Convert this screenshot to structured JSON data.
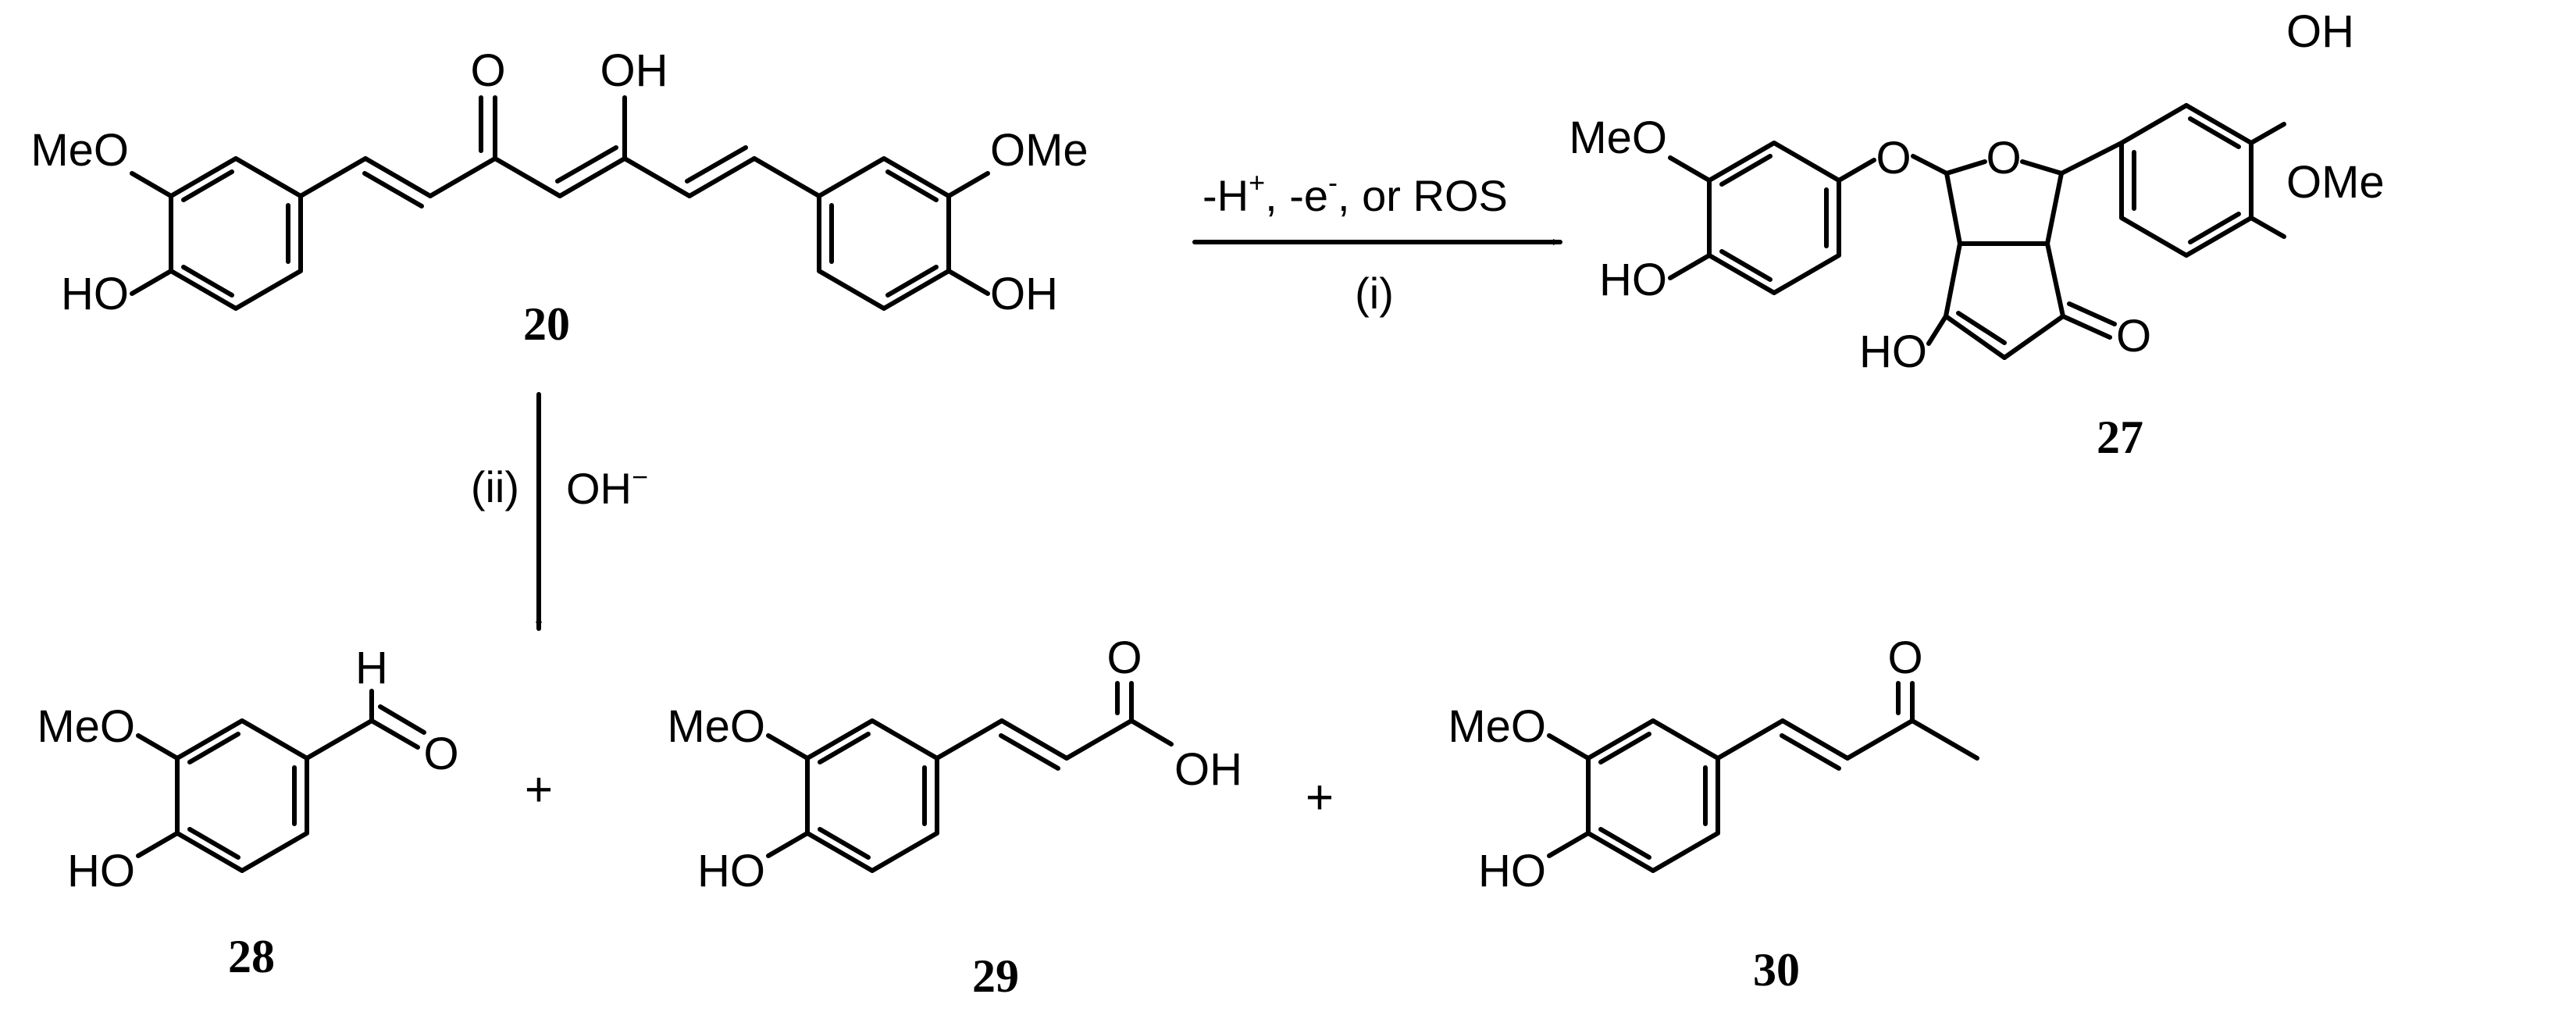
{
  "scheme": {
    "compounds": [
      {
        "number": "20",
        "groups": {
          "methoxy_left": "MeO",
          "hydroxy_left": "HO",
          "keto_o": "O",
          "enol_oh": "OH",
          "methoxy_right": "OMe",
          "hydroxy_right": "OH"
        }
      },
      {
        "number": "27",
        "groups": {
          "methoxy_left": "MeO",
          "hydroxy_left": "HO",
          "ether_o": "O",
          "ring_o": "O",
          "phenol_oh": "OH",
          "methoxy_right": "OMe",
          "enol_ho": "HO",
          "ketone_o": "O"
        }
      },
      {
        "number": "28",
        "groups": {
          "methoxy": "MeO",
          "hydroxy": "HO",
          "aldehyde_h": "H",
          "aldehyde_o": "O"
        }
      },
      {
        "number": "29",
        "groups": {
          "methoxy": "MeO",
          "hydroxy": "HO",
          "carbonyl_o": "O",
          "acid_oh": "OH"
        }
      },
      {
        "number": "30",
        "groups": {
          "methoxy": "MeO",
          "hydroxy": "HO",
          "ketone_o": "O"
        }
      }
    ],
    "reaction_i": {
      "label": "(i)",
      "minus_h": "-H",
      "plus_sign": "+",
      "sep1": ", -e",
      "minus_sign": "-",
      "tail": ", or ROS"
    },
    "reaction_ii": {
      "label": "(ii)",
      "reagent": "OH",
      "charge": "−"
    },
    "plus_signs": [
      "+",
      "+"
    ]
  }
}
